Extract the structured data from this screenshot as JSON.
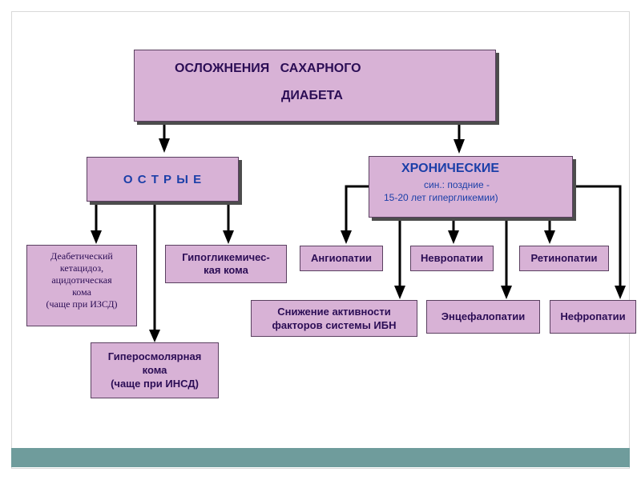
{
  "title": {
    "line1": "ОСЛОЖНЕНИЯ   САХАРНОГО",
    "line2": "ДИАБЕТА"
  },
  "acute": {
    "label": "О С Т Р Ы Е",
    "ketoacidosis": {
      "lines": [
        "Деабетический",
        "кетацидоз,",
        "ацидотическая",
        "кома",
        "(чаще при ИЗСД)"
      ]
    },
    "hypoglycemic": {
      "lines": [
        "Гипогликемичес-",
        "кая кома"
      ]
    },
    "hyperosmolar": {
      "lines": [
        "Гиперосмолярная",
        "кома",
        "(чаще при ИНСД)"
      ]
    }
  },
  "chronic": {
    "label": "ХРОНИЧЕСКИЕ",
    "sub1": "син.: поздние -",
    "sub2": "15-20 лет гипергликемии)",
    "angiopathy": "Ангиопатии",
    "neuropathy": "Невропатии",
    "retinopathy": "Ретинопатии",
    "ibn": {
      "lines": [
        "Снижение активности",
        "факторов системы ИБН"
      ]
    },
    "encephalopathy": "Энцефалопатии",
    "nephropathy": "Нефропатии"
  },
  "colors": {
    "box_fill": "#d8b2d6",
    "box_border": "#5a4060",
    "text": "#2b0d55",
    "band": "#6f9c9c"
  }
}
